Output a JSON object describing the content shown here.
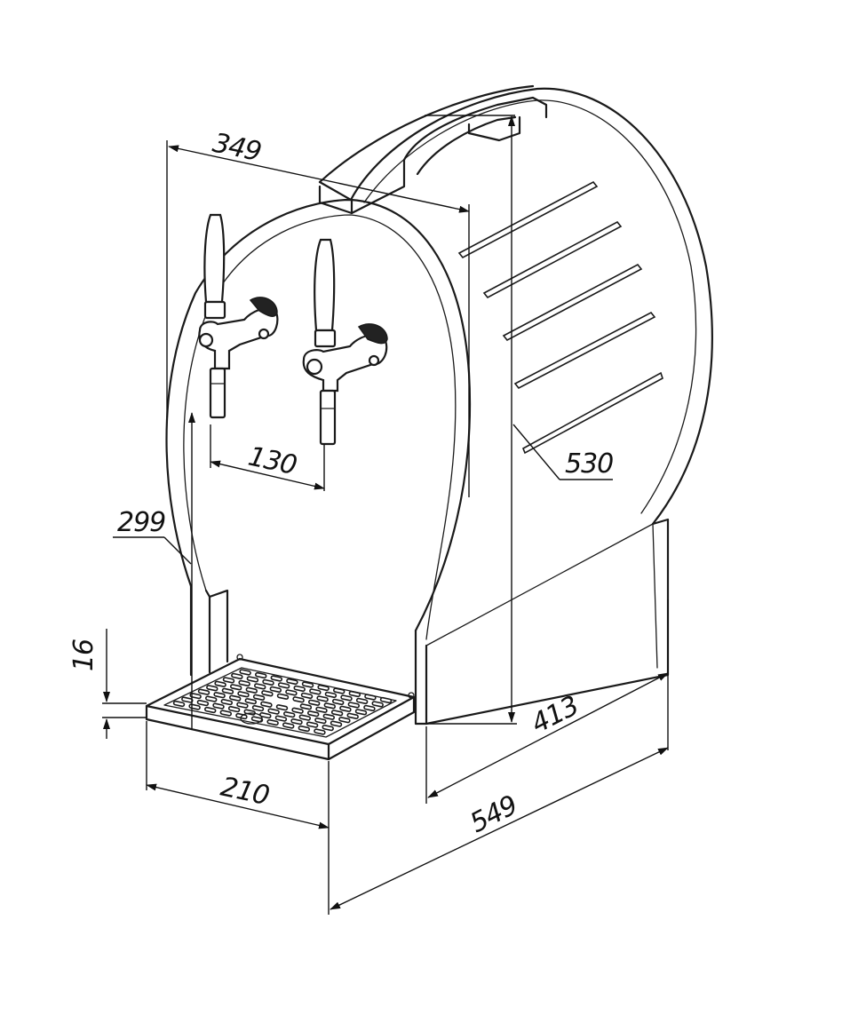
{
  "dimensions": {
    "width_349": "349",
    "tap_spacing": "130",
    "height_530": "530",
    "tap_height": "299",
    "tray_height": "16",
    "tray_width": "210",
    "depth_413": "413",
    "total_depth": "549"
  },
  "colors": {
    "line": "#1a1a1a",
    "background": "#ffffff"
  }
}
